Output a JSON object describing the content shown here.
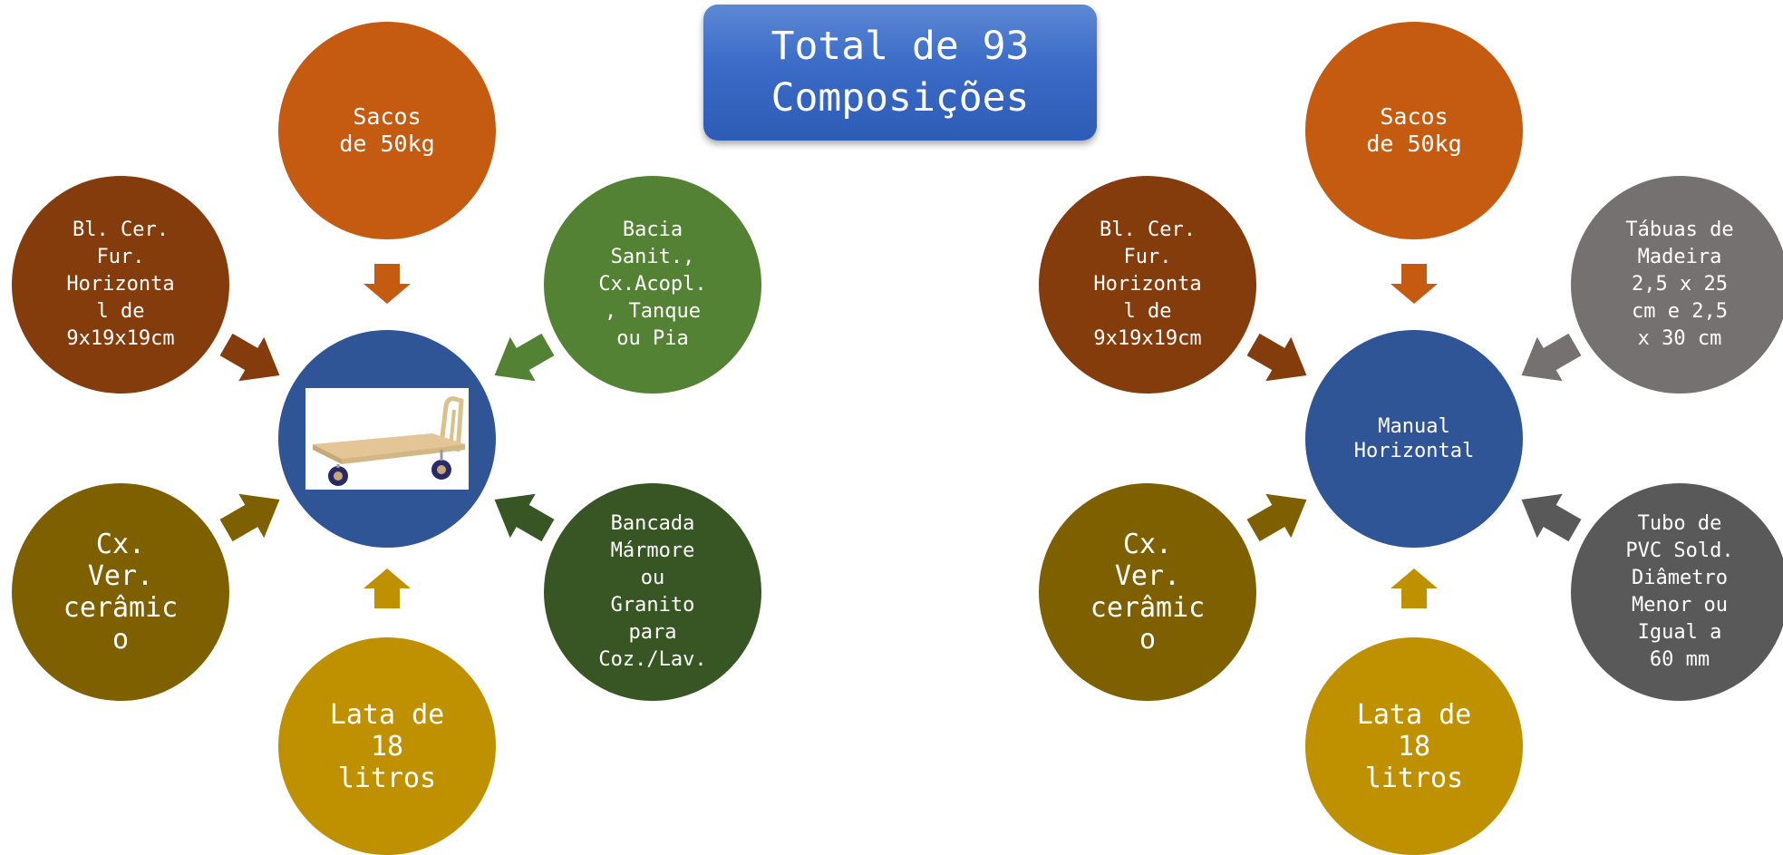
{
  "title": {
    "line1": "Total de 93",
    "line2": "Composições"
  },
  "colors": {
    "orange": "#c55a11",
    "brown": "#843c0c",
    "green": "#548235",
    "dark_green": "#375623",
    "olive": "#7f6000",
    "gold": "#bf9000",
    "blue": "#2f5597",
    "gray": "#767171",
    "dark_gray": "#595959",
    "title_blue": "#3a6bc6"
  },
  "left_diagram": {
    "center_image": "platform-cart-image",
    "top": "Sacos\nde 50kg",
    "upper_left": "Bl. Cer.\nFur.\nHorizonta\nl de\n9x19x19cm",
    "upper_right": "Bacia\nSanit.,\nCx.Acopl.\n, Tanque\nou Pia",
    "lower_left": "Cx.\nVer.\ncerâmic\no",
    "lower_right": "Bancada\nMármore\nou\nGranito\npara\nCoz./Lav.",
    "bottom": "Lata de\n18\nlitros"
  },
  "right_diagram": {
    "center": "Manual\nHorizontal",
    "top": "Sacos\nde 50kg",
    "upper_left": "Bl. Cer.\nFur.\nHorizonta\nl de\n9x19x19cm",
    "upper_right": "Tábuas de\nMadeira\n2,5 x 25\ncm e 2,5\nx 30 cm",
    "lower_left": "Cx.\nVer.\ncerâmic\no",
    "lower_right": "Tubo de\nPVC Sold.\nDiâmetro\nMenor ou\nIgual a\n60 mm",
    "bottom": "Lata de\n18\nlitros"
  }
}
